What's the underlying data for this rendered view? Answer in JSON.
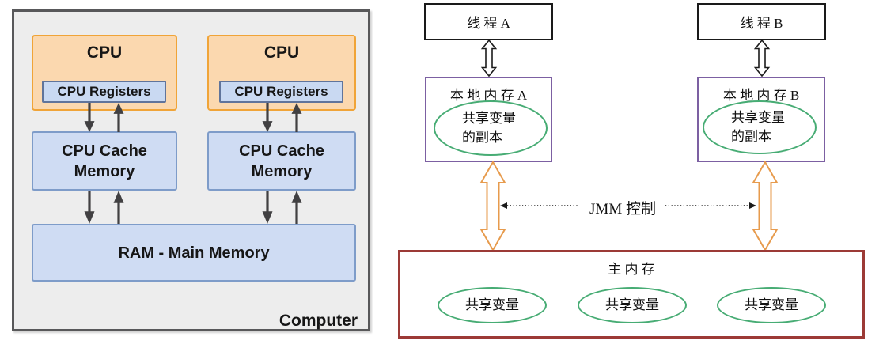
{
  "left_diagram": {
    "computer_label": "Computer",
    "ram_label": "RAM - Main Memory",
    "cpus": [
      {
        "label": "CPU",
        "registers_label": "CPU Registers",
        "cache_label": "CPU Cache Memory"
      },
      {
        "label": "CPU",
        "registers_label": "CPU Registers",
        "cache_label": "CPU Cache Memory"
      }
    ],
    "colors": {
      "panel_fill": "#EDEDED",
      "panel_border": "#58585A",
      "cpu_fill": "#FBD8AF",
      "cpu_border": "#F0A438",
      "registers_fill": "#C9D9F2",
      "registers_border": "#60749B",
      "memory_fill": "#CFDCF3",
      "memory_border": "#7E9CC9",
      "arrow": "#414042"
    }
  },
  "right_diagram": {
    "threads": [
      {
        "label": "线 程 A"
      },
      {
        "label": "线 程 B"
      }
    ],
    "local_memories": [
      {
        "title": "本 地 内 存 A",
        "copy_line1": "共享变量",
        "copy_line2": "的副本"
      },
      {
        "title": "本 地 内 存 B",
        "copy_line1": "共享变量",
        "copy_line2": "的副本"
      }
    ],
    "jmm_label": "JMM 控制",
    "main_memory": {
      "title": "主 内 存",
      "shared_variables": [
        "共享变量",
        "共享变量",
        "共享变量"
      ]
    },
    "colors": {
      "thread_border": "#1A1A1A",
      "local_border": "#7C60A2",
      "ellipse_border": "#47AC74",
      "main_border": "#9C3A36",
      "orange_arrow": "#E79B4D",
      "dotted_arrow": "#1A1A1A"
    }
  }
}
